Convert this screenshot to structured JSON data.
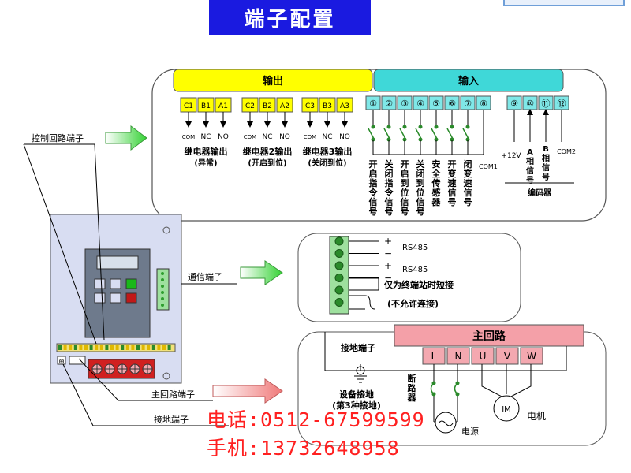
{
  "title": "端子配置",
  "header_output": "输出",
  "header_input": "输入",
  "relay_groups": [
    {
      "terminals": [
        "C1",
        "B1",
        "A1"
      ],
      "label1": "继电器输出",
      "label2": "(异常)"
    },
    {
      "terminals": [
        "C2",
        "B2",
        "A2"
      ],
      "label1": "继电器2输出",
      "label2": "(开启到位)"
    },
    {
      "terminals": [
        "C3",
        "B3",
        "A3"
      ],
      "label1": "继电器3输出",
      "label2": "(关闭到位)"
    }
  ],
  "relay_contacts": [
    "COM",
    "NC",
    "NO"
  ],
  "input_terminals": [
    "①",
    "②",
    "③",
    "④",
    "⑤",
    "⑥",
    "⑦",
    "⑧"
  ],
  "input_signals": [
    "开启指令信号",
    "关闭指令信号",
    "开启到位信号",
    "关闭到位信号",
    "安全传感器",
    "开变速信号",
    "闭变速信号"
  ],
  "com1": "COM1",
  "encoder_terminals": [
    "⑨",
    "⑩",
    "⑪",
    "⑫"
  ],
  "encoder_labels": [
    "+12V",
    "A相信号",
    "B相信号",
    "COM2"
  ],
  "encoder_title": "编码器",
  "comm": {
    "rows": [
      {
        "sign": "+",
        "text": "RS485"
      },
      {
        "sign": "-",
        "text": ""
      },
      {
        "sign": "+",
        "text": "RS485"
      },
      {
        "sign": "-",
        "text": ""
      },
      {
        "sign": "",
        "text": "仅为终端站时短接"
      },
      {
        "sign": "",
        "text": "(不允许连接)"
      }
    ]
  },
  "main_circuit": {
    "title": "主回路",
    "terminals": [
      "L",
      "N",
      "U",
      "V",
      "W"
    ],
    "ground_terminal": "接地端子",
    "device_ground": [
      "设备接地",
      "(第3种接地)"
    ],
    "breaker": "断路器",
    "power": "电源",
    "motor_symbol": "IM",
    "motor": "电机"
  },
  "callouts": {
    "control": "控制回路端子",
    "comm": "通信端子",
    "main": "主回路端子",
    "ground": "接地端子"
  },
  "contact": {
    "phone": "电话:0512-67599599",
    "mobile": "手机:13732648958"
  },
  "colors": {
    "yellow_header": "#ffff00",
    "cyan_header": "#3fd8d8",
    "terminal_fill": "#7fe8e8",
    "pink_header": "#f4a0a8",
    "red_terminal": "#f4a8b0",
    "arrow_green": "#3fdc3f",
    "arrow_pink": "#f28a8a",
    "contact_red": "#ff2020"
  }
}
